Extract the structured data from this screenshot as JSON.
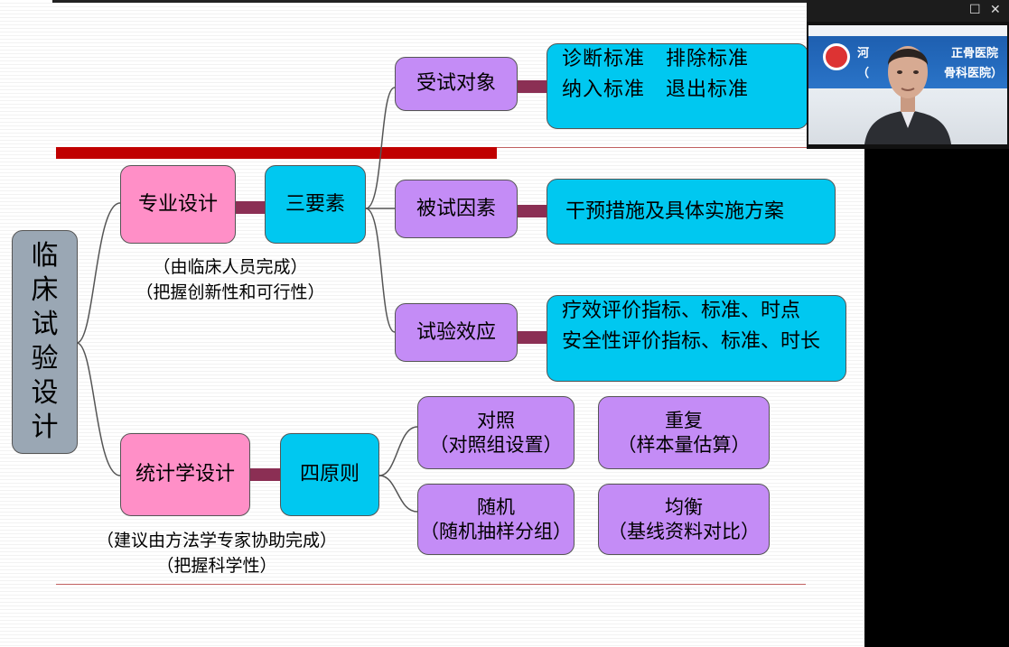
{
  "root": {
    "chars": [
      "临",
      "床",
      "试",
      "验",
      "设",
      "计"
    ]
  },
  "branches": {
    "professional": {
      "label": "专业设计",
      "note1": "（由临床人员完成）",
      "note2": "（把握创新性和可行性）"
    },
    "three_elements": {
      "label": "三要素"
    },
    "statistical": {
      "label": "统计学设计",
      "note1": "（建议由方法学专家协助完成）",
      "note2": "（把握科学性）"
    },
    "four_principles": {
      "label": "四原则"
    }
  },
  "elements": [
    {
      "label": "受试对象",
      "detail_line1": "诊断标准　排除标准",
      "detail_line2": "纳入标准　退出标准"
    },
    {
      "label": "被试因素",
      "detail_line1": "干预措施及具体实施方案"
    },
    {
      "label": "试验效应",
      "detail_line1": "疗效评价指标、标准、时点",
      "detail_line2": "安全性评价指标、标准、时长"
    }
  ],
  "principles": [
    {
      "title": "对照",
      "sub": "（对照组设置）"
    },
    {
      "title": "重复",
      "sub": "（样本量估算）"
    },
    {
      "title": "随机",
      "sub": "（随机抽样分组）"
    },
    {
      "title": "均衡",
      "sub": "（基线资料对比）"
    }
  ],
  "video": {
    "banner_left": "河",
    "banner_right1": "正骨医院",
    "banner_left2": "（",
    "banner_right2": "骨科医院）",
    "minimize_glyph": "☐",
    "close_glyph": "✕"
  },
  "colors": {
    "pink": "#ff8fc7",
    "cyan": "#00c8f0",
    "purple": "#c48cf6",
    "gray": "#9aa7b4",
    "connector": "#8b2f54",
    "redbar": "#c00000"
  }
}
